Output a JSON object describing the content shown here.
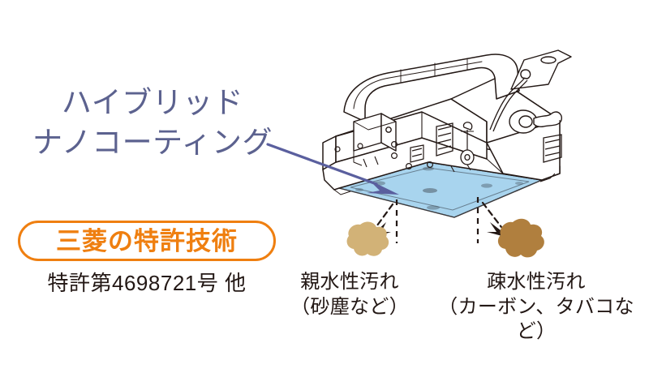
{
  "headline": {
    "text": "ハイブリッド\nナノコーティング",
    "color": "#5c628f"
  },
  "badge": {
    "label": "三菱の特許技術",
    "border_color": "#ef7f10",
    "text_color": "#ef7f10"
  },
  "patent_number": {
    "text": "特許第4698721号 他",
    "color": "#231815"
  },
  "soils": [
    {
      "name": "親水性汚れ",
      "detail": "（砂塵など）",
      "label": "親水性汚れ\n（砂塵など）",
      "blob_color": "#d2b277"
    },
    {
      "name": "疎水性汚れ",
      "detail": "（カーボン、タバコなど）",
      "label": "疎水性汚れ\n（カーボン、タバコなど）",
      "blob_color": "#b07f3e"
    }
  ],
  "illustration": {
    "subject": "ventilation-fan-unit-line-drawing",
    "coated_panel_color": "#a8d4ee",
    "line_color": "#231815",
    "callout_arrow_color": "#5a5f9e"
  }
}
